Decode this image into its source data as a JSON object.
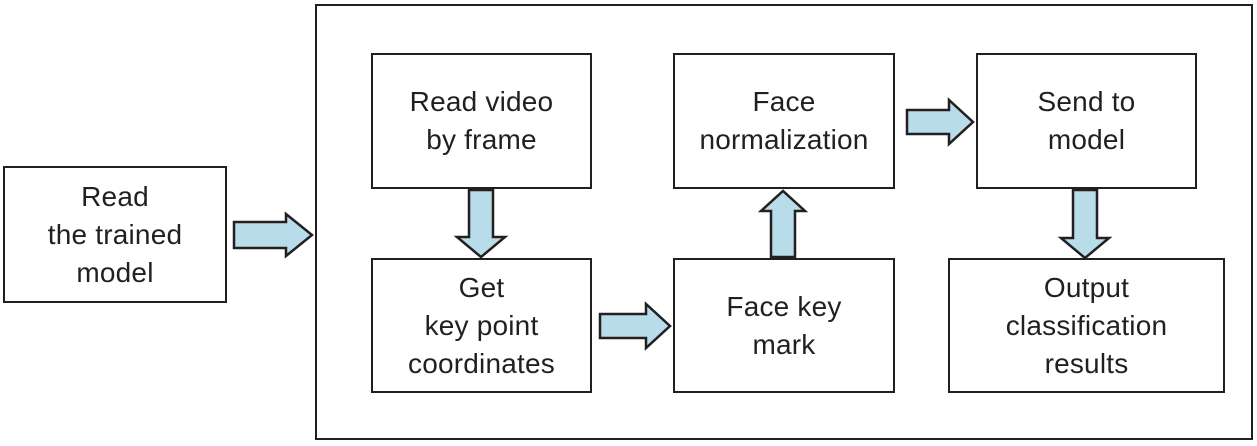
{
  "colors": {
    "canvas-bg": "#ffffff",
    "box-border": "#231f20",
    "text": "#231f20",
    "arrow-fill": "#b8dce9",
    "arrow-stroke": "#231f20"
  },
  "nodes": {
    "read_trained_model": {
      "label": "Read\nthe trained\nmodel"
    },
    "read_video": {
      "label": "Read video\nby frame"
    },
    "get_keypoints": {
      "label": "Get\nkey point\ncoordinates"
    },
    "face_normalization": {
      "label": "Face\nnormalization"
    },
    "face_key_mark": {
      "label": "Face key\nmark"
    },
    "send_to_model": {
      "label": "Send to\nmodel"
    },
    "output_results": {
      "label": "Output\nclassification\nresults"
    }
  },
  "arrows": [
    {
      "id": "read-trained-model-to-pipeline",
      "from": "read_trained_model",
      "to": "pipeline",
      "direction": "right"
    },
    {
      "id": "read-video-to-get-keypoints",
      "from": "read_video",
      "to": "get_keypoints",
      "direction": "down"
    },
    {
      "id": "get-keypoints-to-face-key-mark",
      "from": "get_keypoints",
      "to": "face_key_mark",
      "direction": "right"
    },
    {
      "id": "face-key-mark-to-face-normalization",
      "from": "face_key_mark",
      "to": "face_normalization",
      "direction": "up"
    },
    {
      "id": "face-normalization-to-send-to-model",
      "from": "face_normalization",
      "to": "send_to_model",
      "direction": "right"
    },
    {
      "id": "send-to-model-to-output-results",
      "from": "send_to_model",
      "to": "output_results",
      "direction": "down"
    }
  ]
}
